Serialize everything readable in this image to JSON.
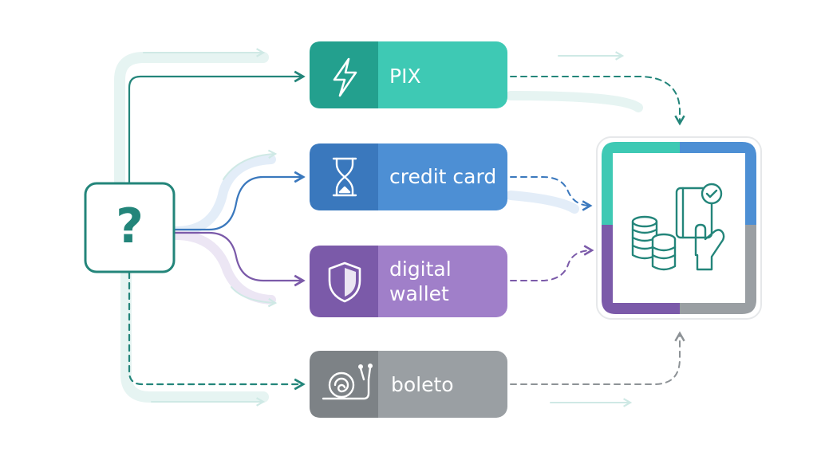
{
  "start": {
    "symbol": "?",
    "icon": "question-icon"
  },
  "methods": [
    {
      "id": "pix",
      "lines": [
        "PIX"
      ],
      "icon": "lightning-icon",
      "color": "#3ec9b4",
      "dark": "#23a08e"
    },
    {
      "id": "credit-card",
      "lines": [
        "credit card"
      ],
      "icon": "hourglass-icon",
      "color": "#4d8fd4",
      "dark": "#3a78bd"
    },
    {
      "id": "digital-wallet",
      "lines": [
        "digital",
        "wallet"
      ],
      "icon": "shield-icon",
      "color": "#a07fc9",
      "dark": "#7b5aa9"
    },
    {
      "id": "boleto",
      "lines": [
        "boleto"
      ],
      "icon": "snail-icon",
      "color": "#9a9fa3",
      "dark": "#7d8286"
    }
  ],
  "destination": {
    "icon": "payment-icon",
    "frame_colors": [
      "#3ec9b4",
      "#4d8fd4",
      "#7b5aa9",
      "#9a9fa3"
    ]
  },
  "colors": {
    "teal_dark": "#23857a",
    "line_gray": "#9a9fa3"
  }
}
